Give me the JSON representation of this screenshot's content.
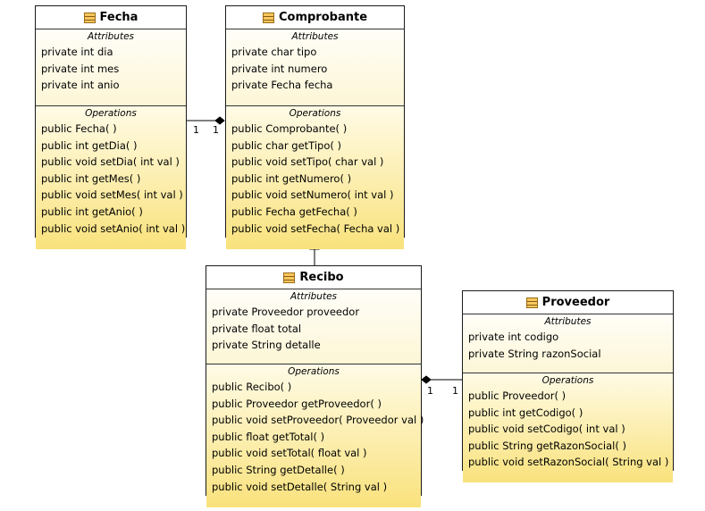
{
  "section_labels": {
    "attributes": "Attributes",
    "operations": "Operations"
  },
  "classes": {
    "fecha": {
      "name": "Fecha",
      "attributes": [
        "private int dia",
        "private int mes",
        "private int anio"
      ],
      "operations": [
        "public Fecha(  )",
        "public int  getDia(  )",
        "public void  setDia( int val )",
        "public int  getMes(  )",
        "public void  setMes( int val )",
        "public int  getAnio(  )",
        "public void  setAnio( int val )"
      ]
    },
    "comprobante": {
      "name": "Comprobante",
      "attributes": [
        "private char tipo",
        "private int numero",
        "private Fecha fecha"
      ],
      "operations": [
        "public Comprobante(  )",
        "public char  getTipo(  )",
        "public void  setTipo( char val )",
        "public int  getNumero(  )",
        "public void  setNumero( int val )",
        "public Fecha  getFecha(  )",
        "public void  setFecha( Fecha val )"
      ]
    },
    "recibo": {
      "name": "Recibo",
      "attributes": [
        "private Proveedor proveedor",
        "private float total",
        "private String detalle"
      ],
      "operations": [
        "public Recibo(  )",
        "public Proveedor  getProveedor(  )",
        "public void  setProveedor( Proveedor val )",
        "public float  getTotal(  )",
        "public void  setTotal( float val )",
        "public String  getDetalle(  )",
        "public void  setDetalle( String val )"
      ]
    },
    "proveedor": {
      "name": "Proveedor",
      "attributes": [
        "private int codigo",
        "private String razonSocial"
      ],
      "operations": [
        "public Proveedor(  )",
        "public int  getCodigo(  )",
        "public void  setCodigo( int val )",
        "public String  getRazonSocial(  )",
        "public void  setRazonSocial( String val )"
      ]
    }
  },
  "relations": {
    "fecha_comprobante": {
      "source_multiplicity": "1",
      "target_multiplicity": "1"
    },
    "recibo_proveedor": {
      "source_multiplicity": "1",
      "target_multiplicity": "1"
    }
  },
  "colors": {
    "operations_fill": "#f9e27c",
    "border": "#1a1a1a",
    "icon": "#f6c75e"
  }
}
